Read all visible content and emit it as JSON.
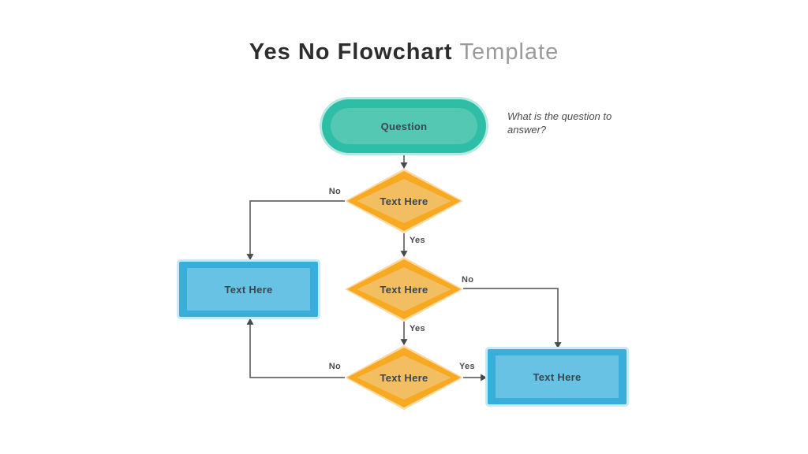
{
  "title": {
    "bold": "Yes No Flowchart",
    "light": "Template"
  },
  "annotation": "What is the question to answer?",
  "nodes": {
    "question": {
      "label": "Question",
      "shape": "terminator"
    },
    "decision1": {
      "label": "Text Here",
      "shape": "decision"
    },
    "decision2": {
      "label": "Text Here",
      "shape": "decision"
    },
    "decision3": {
      "label": "Text Here",
      "shape": "decision"
    },
    "result_left": {
      "label": "Text Here",
      "shape": "process"
    },
    "result_right": {
      "label": "Text Here",
      "shape": "process"
    }
  },
  "edge_labels": {
    "d1_no": "No",
    "d1_yes": "Yes",
    "d2_no": "No",
    "d2_yes": "Yes",
    "d3_no": "No",
    "d3_yes": "Yes"
  },
  "colors": {
    "teal": "#2ebea7",
    "teal_light": "#54c8b3",
    "teal_glow": "#b5e8e0",
    "orange": "#f8a922",
    "orange_light": "#f3bd62",
    "orange_glow": "#fbd9a0",
    "blue": "#39addc",
    "blue_light": "#68c2e3",
    "blue_glow": "#c6eaf6",
    "line": "#4f4f4f",
    "node_text": "#37474f",
    "title_dark": "#2d2d2d",
    "title_gray": "#9b9b9b",
    "background": "#ffffff"
  }
}
